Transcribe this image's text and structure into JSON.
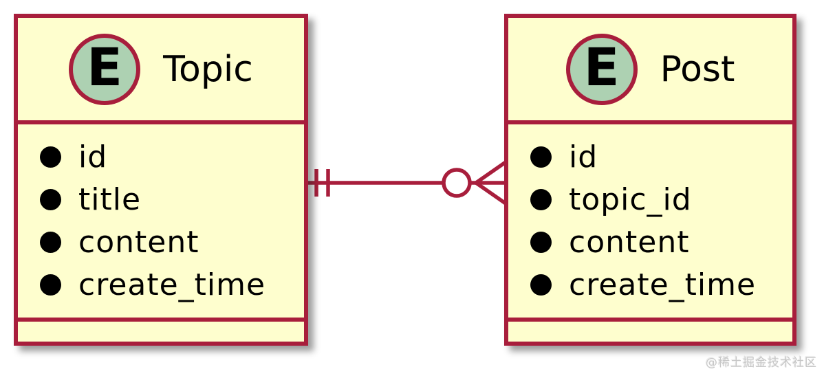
{
  "diagram": {
    "type": "entity-relationship",
    "colors": {
      "entity_fill": "#FEFECE",
      "border": "#A81E3C",
      "stereotype_circle_fill": "#ADD1B2",
      "text": "#000000",
      "shadow_gray": "#8a8a8a",
      "watermark_gray": "#c7c7c7"
    },
    "entities": [
      {
        "name": "Topic",
        "stereotype": "E",
        "fields": [
          "id",
          "title",
          "content",
          "create_time"
        ]
      },
      {
        "name": "Post",
        "stereotype": "E",
        "fields": [
          "id",
          "topic_id",
          "content",
          "create_time"
        ]
      }
    ],
    "relationship": {
      "from_entity": "Topic",
      "to_entity": "Post",
      "from_marker": "exactly-one-double-tick",
      "to_marker": "zero-or-many-circle-crowfoot"
    },
    "watermark": "@稀土掘金技术社区"
  }
}
